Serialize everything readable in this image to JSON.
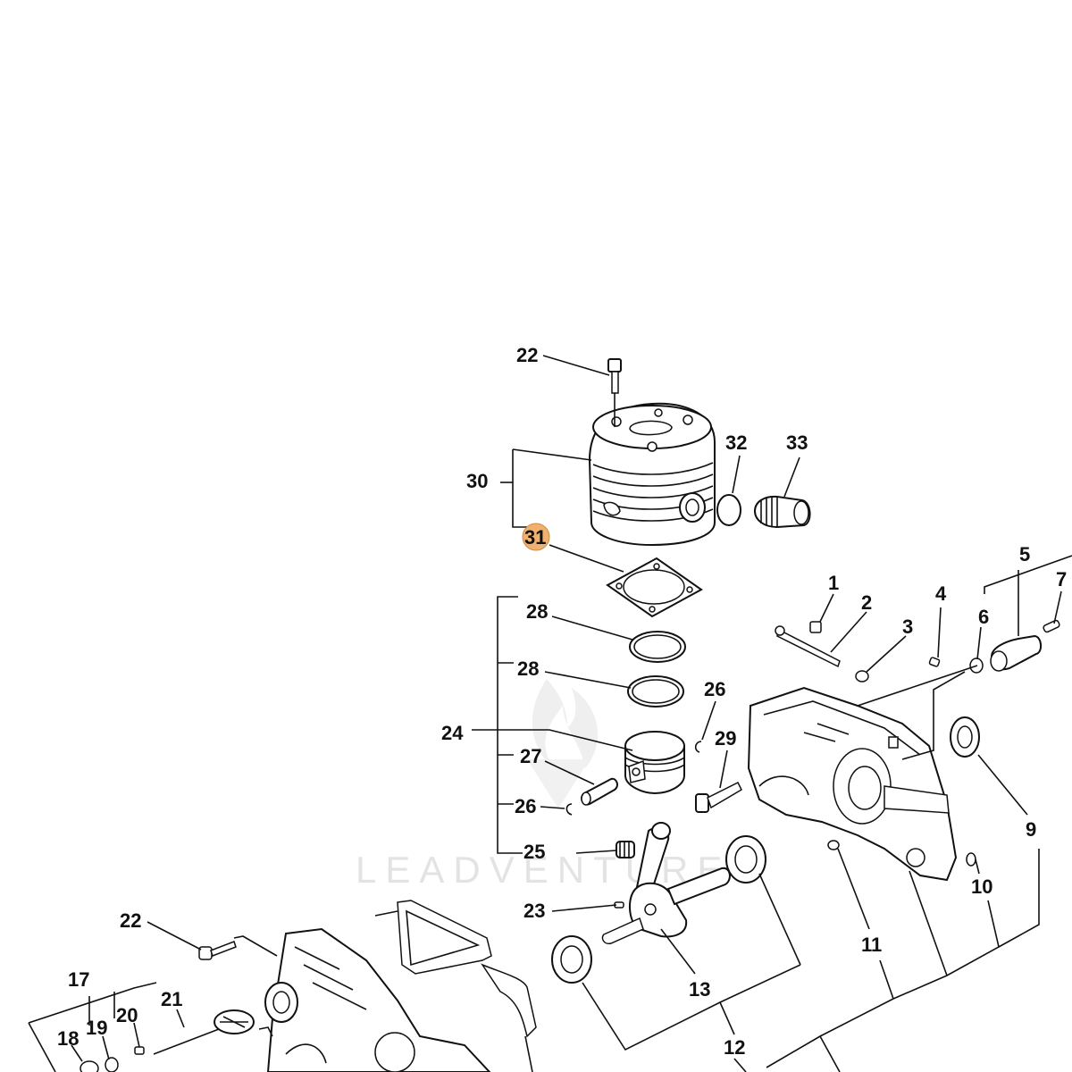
{
  "diagram": {
    "watermark": "LEADVENTURE",
    "highlight_color": "#f0b070",
    "line_color": "#111111",
    "highlighted_callout": "31",
    "callouts": [
      {
        "id": "c22a",
        "label": "22"
      },
      {
        "id": "c30",
        "label": "30"
      },
      {
        "id": "c31",
        "label": "31"
      },
      {
        "id": "c32",
        "label": "32"
      },
      {
        "id": "c33",
        "label": "33"
      },
      {
        "id": "c28a",
        "label": "28"
      },
      {
        "id": "c28b",
        "label": "28"
      },
      {
        "id": "c24",
        "label": "24"
      },
      {
        "id": "c27",
        "label": "27"
      },
      {
        "id": "c26a",
        "label": "26"
      },
      {
        "id": "c26b",
        "label": "26"
      },
      {
        "id": "c25",
        "label": "25"
      },
      {
        "id": "c29",
        "label": "29"
      },
      {
        "id": "c1",
        "label": "1"
      },
      {
        "id": "c2",
        "label": "2"
      },
      {
        "id": "c3",
        "label": "3"
      },
      {
        "id": "c4",
        "label": "4"
      },
      {
        "id": "c5",
        "label": "5"
      },
      {
        "id": "c6",
        "label": "6"
      },
      {
        "id": "c7",
        "label": "7"
      },
      {
        "id": "c9",
        "label": "9"
      },
      {
        "id": "c10",
        "label": "10"
      },
      {
        "id": "c11",
        "label": "11"
      },
      {
        "id": "c12",
        "label": "12"
      },
      {
        "id": "c13",
        "label": "13"
      },
      {
        "id": "c23",
        "label": "23"
      },
      {
        "id": "c22b",
        "label": "22"
      },
      {
        "id": "c17",
        "label": "17"
      },
      {
        "id": "c18",
        "label": "18"
      },
      {
        "id": "c19",
        "label": "19"
      },
      {
        "id": "c20",
        "label": "20"
      },
      {
        "id": "c21",
        "label": "21"
      }
    ]
  }
}
